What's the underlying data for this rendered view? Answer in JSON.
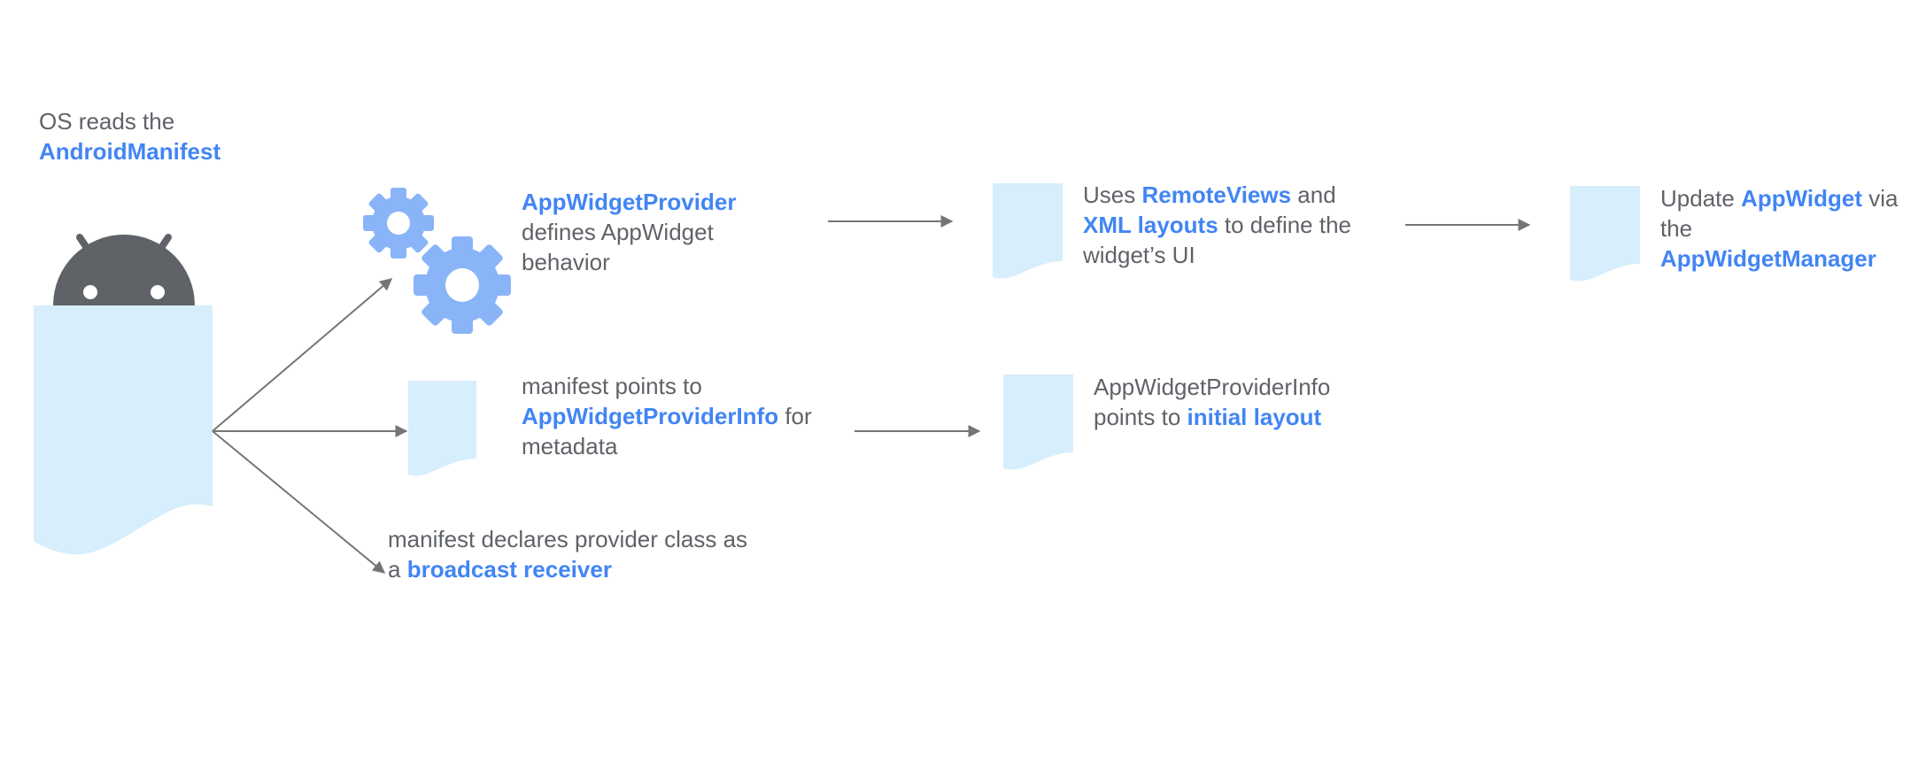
{
  "colors": {
    "text": "#5f6368",
    "highlight": "#4285f4",
    "document_fill": "#d7eefc",
    "gear": "#8ab4f8",
    "android": "#5f6368",
    "arrow": "#757575"
  },
  "nodes": {
    "os_reads": {
      "line1": "OS reads the",
      "line2_hl": "AndroidManifest"
    },
    "provider": {
      "line1_hl": "AppWidgetProvider",
      "line2": "defines AppWidget",
      "line3": "behavior"
    },
    "remote_views": {
      "line1_a": "Uses ",
      "line1_hl": "RemoteViews",
      "line1_b": " and",
      "line2_hl": "XML layouts",
      "line2_b": " to define the",
      "line3": "widget’s UI"
    },
    "update": {
      "line1_a": "Update ",
      "line1_hl": "AppWidget",
      "line1_b": " via",
      "line2": "the",
      "line3_hl": "AppWidgetManager"
    },
    "provider_info": {
      "line1": "manifest points to",
      "line2_hl": "AppWidgetProviderInfo",
      "line2_b": " for",
      "line3": "metadata"
    },
    "initial_layout": {
      "line1": "AppWidgetProviderInfo",
      "line2_a": "points to ",
      "line2_hl": "initial layout"
    },
    "receiver": {
      "line1": "manifest declares provider class as",
      "line2_a": "a ",
      "line2_hl": "broadcast receiver"
    }
  }
}
